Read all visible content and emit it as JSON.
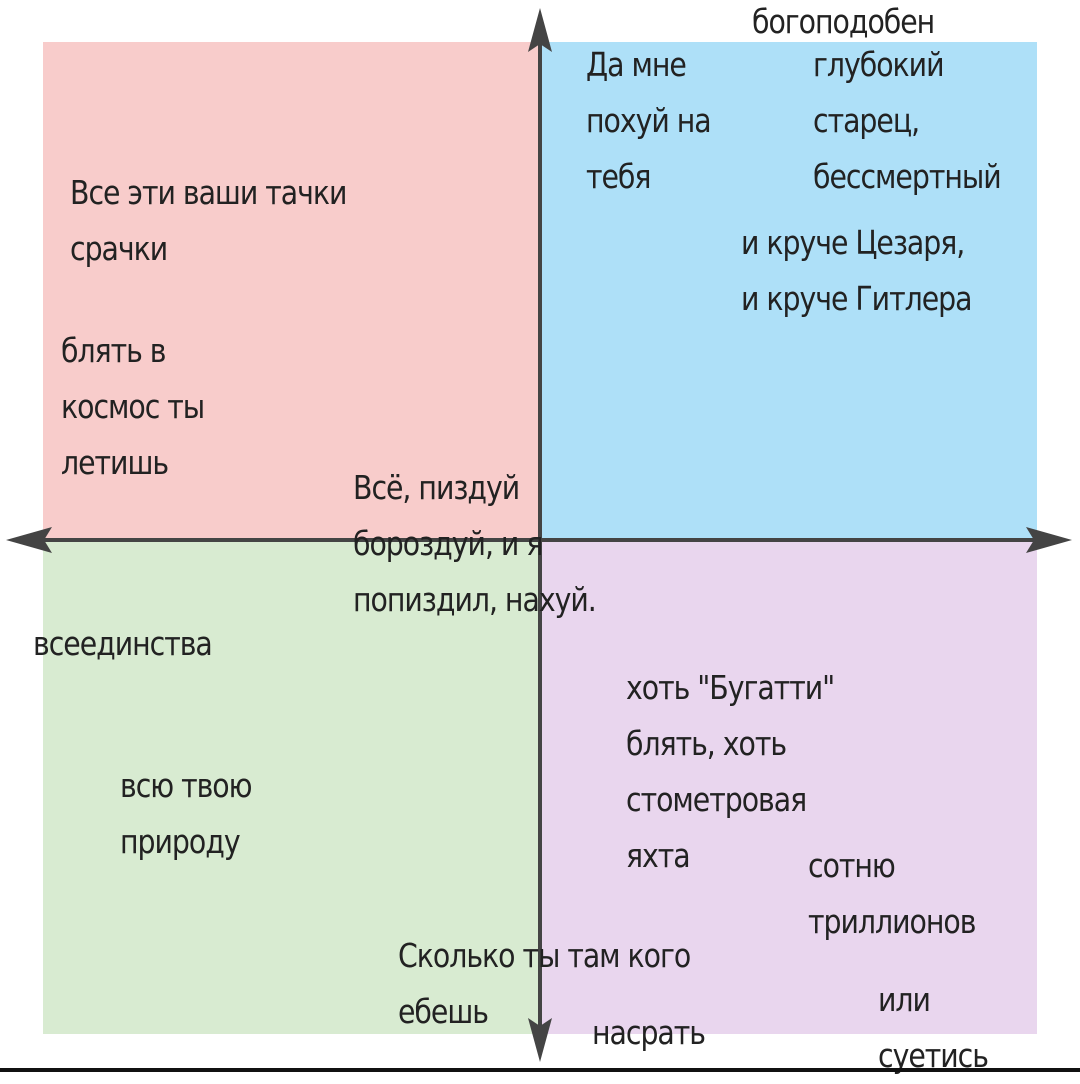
{
  "colors": {
    "top_left": "#f8cccb",
    "top_right": "#aee0f8",
    "bottom_left": "#d8ebd1",
    "bottom_right": "#e9d6ee",
    "axis": "#444444",
    "text": "#222222"
  },
  "labels": {
    "bogopodoben": "богоподобен",
    "da_mne": "Да мне\nпохуй на\nтебя",
    "glubokiy": "глубокий\nстарец,\nбессмертный",
    "kruche": "и круче Цезаря,\nи круче Гитлера",
    "tachki": "Все эти ваши тачки\nсрачки",
    "kosmos": "блять в\nкосмос ты\nлетишь",
    "pizdui": "Всё, пиздуй\nбороздуй, и я\nпопиздил, нахуй.",
    "vseedinstva": "всеединства",
    "prirodu": "всю твою\nприроду",
    "bugatti": "хоть \"Бугатти\"\nблять, хоть\nстометровая\nяхта",
    "sotnyu": "сотню\nтриллионов",
    "skolko": "Сколько ты там кого\nебешь",
    "nasrat": "насрать",
    "ili": "или\nсуетись"
  }
}
